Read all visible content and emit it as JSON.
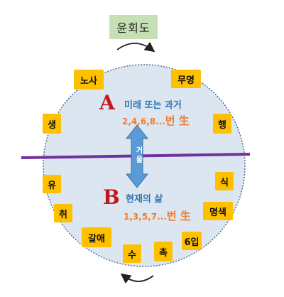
{
  "title": "윤회도",
  "top_section": {
    "letter": "A",
    "heading": "미래 또는 과거",
    "numbers": "2,4,6,8...",
    "suffix": "번 生"
  },
  "bottom_section": {
    "letter": "B",
    "heading": "현재의 삶",
    "numbers": "1,3,5,7...",
    "suffix": "번 生"
  },
  "center_arrow_label": "거울",
  "nodes": [
    "노사",
    "무명",
    "생",
    "행",
    "유",
    "식",
    "취",
    "명색",
    "갈애",
    "6입",
    "수",
    "촉"
  ],
  "colors": {
    "circle_fill": "#dce6f1",
    "node_fill": "#ffc000",
    "divider_line": "#7030a0",
    "letter_red": "#c0171c",
    "heading_blue": "#2e75b6",
    "numbers_orange": "#ed7d31",
    "title_box": "#c6dfb3"
  }
}
